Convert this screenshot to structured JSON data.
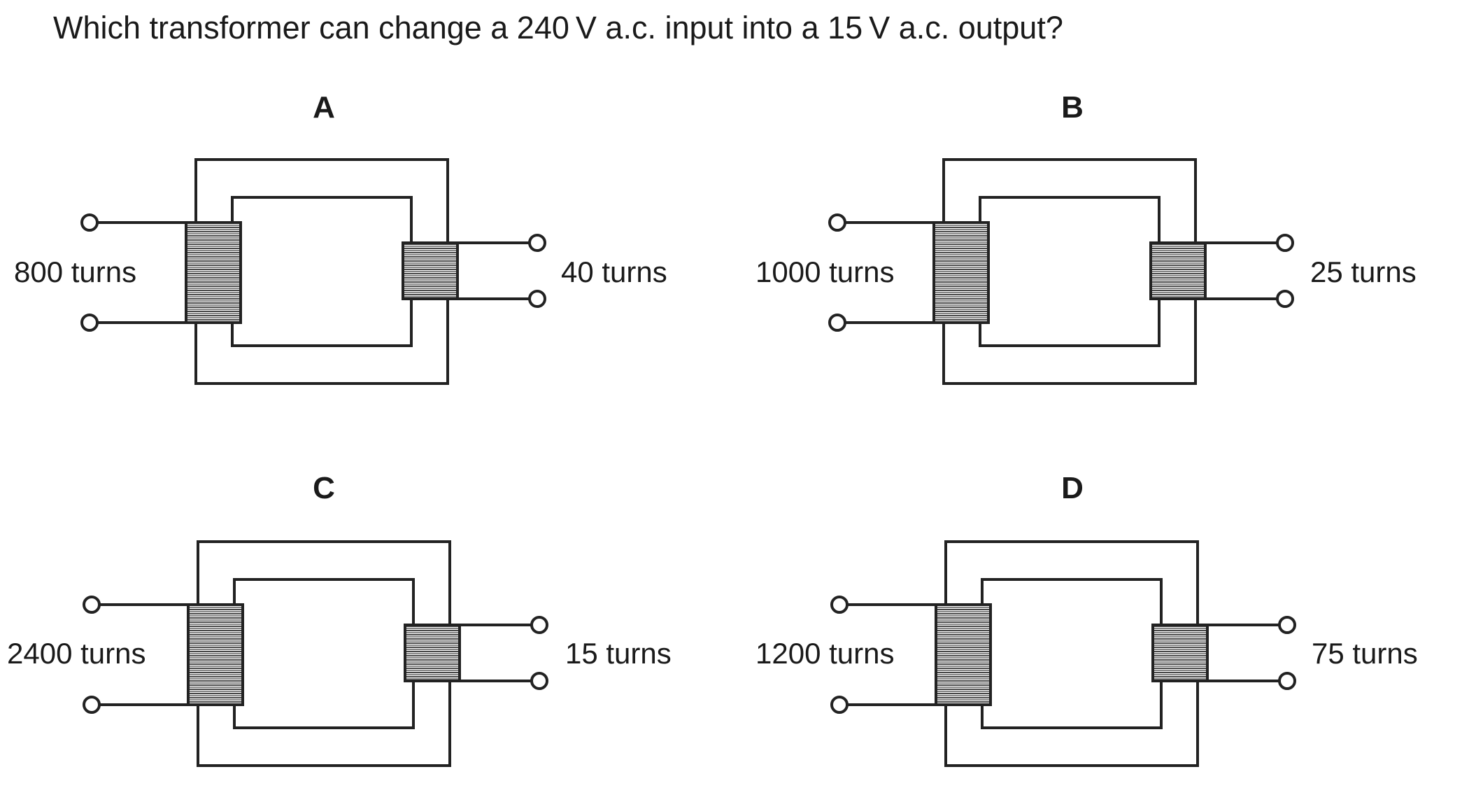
{
  "question": "Which transformer can change a 240 V a.c. input into a 15 V a.c. output?",
  "options": [
    {
      "letter": "A",
      "primary": "800 turns",
      "secondary": "40 turns"
    },
    {
      "letter": "B",
      "primary": "1000 turns",
      "secondary": "25 turns"
    },
    {
      "letter": "C",
      "primary": "2400 turns",
      "secondary": "15 turns"
    },
    {
      "letter": "D",
      "primary": "1200 turns",
      "secondary": "75 turns"
    }
  ]
}
